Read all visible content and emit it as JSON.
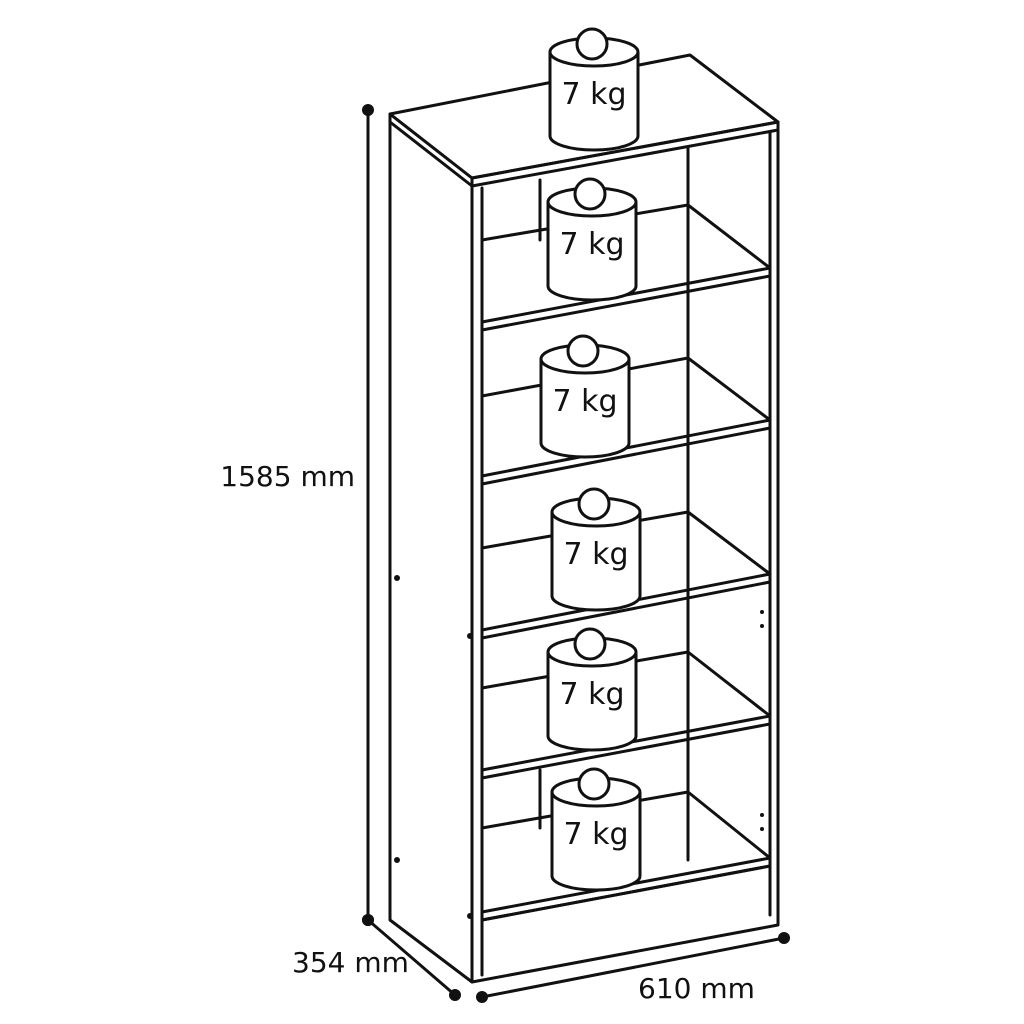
{
  "dimensions": {
    "height": "1585 mm",
    "depth": "354 mm",
    "width": "610 mm"
  },
  "shelf_loads": [
    "7 kg",
    "7 kg",
    "7 kg",
    "7 kg",
    "7 kg",
    "7 kg"
  ]
}
